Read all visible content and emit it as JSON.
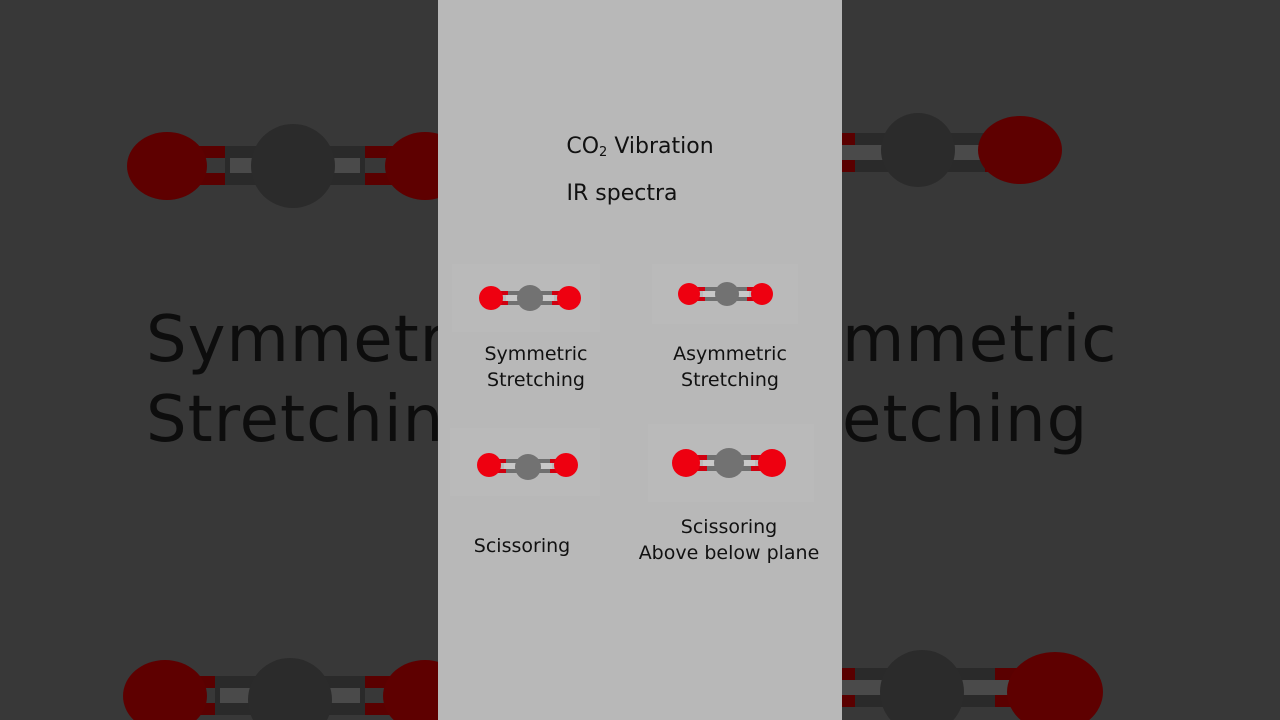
{
  "background": {
    "label_line1_left": "Symmetri",
    "label_line2_left": "Stretchin",
    "label_line1_right": "mmetric",
    "label_line2_right": "etching"
  },
  "panel": {
    "title_prefix": "CO",
    "title_subscript": "2",
    "title_suffix": " Vibration",
    "subtitle": "IR spectra",
    "modes": [
      {
        "line1": "Symmetric",
        "line2": "Stretching"
      },
      {
        "line1": "Asymmetric",
        "line2": "Stretching"
      },
      {
        "line1": "Scissoring",
        "line2": ""
      },
      {
        "line1": "Scissoring",
        "line2": "Above below plane"
      }
    ]
  },
  "colors": {
    "oxygen": "#e00010",
    "carbon": "#6e6e6e",
    "panel_bg": "#b8b8b8",
    "outer_bg": "#383838"
  }
}
